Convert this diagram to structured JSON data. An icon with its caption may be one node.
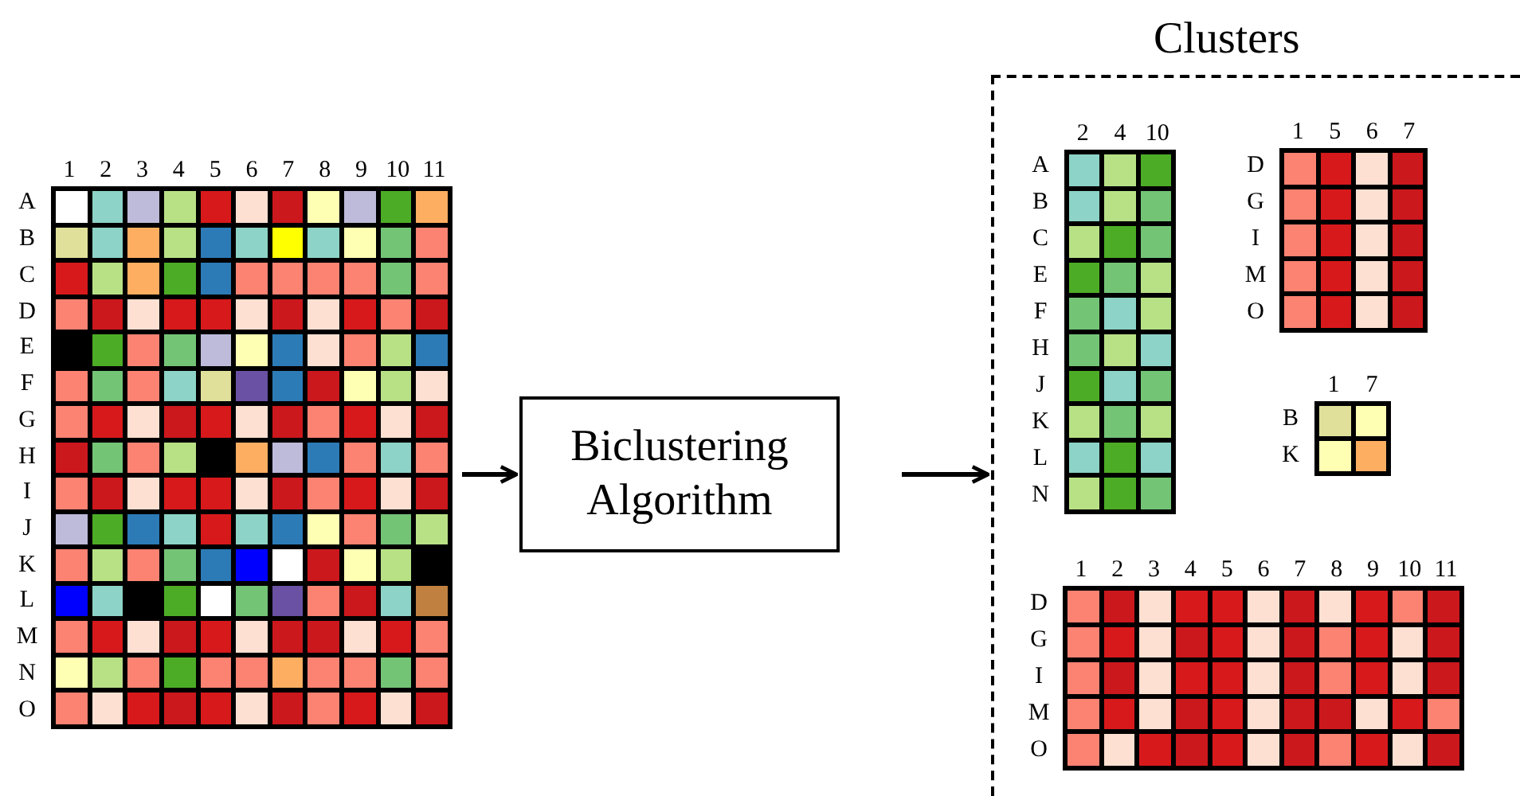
{
  "diagram": {
    "nodes": [
      {
        "text": [],
        "shape": "picture",
        "beside": [
          "1",
          "2",
          "3",
          "4",
          "5",
          "6",
          "7",
          "8",
          "9",
          "10",
          "11",
          "A",
          "B",
          "C",
          "D",
          "E",
          "F",
          "G",
          "H",
          "I",
          "J",
          "K",
          "L",
          "M",
          "N",
          "O"
        ]
      },
      {
        "text": [
          "Biclustering Algorithm"
        ]
      },
      {
        "text": [
          "Clusters"
        ]
      },
      {
        "text": [],
        "shape": "picture",
        "in": 2,
        "beside": [
          "2",
          "4",
          "10",
          "A",
          "B",
          "C",
          "E",
          "F",
          "H",
          "J",
          "K",
          "L",
          "N"
        ]
      },
      {
        "text": [],
        "shape": "picture",
        "in": 2,
        "beside": [
          "1",
          "5",
          "6",
          "7",
          "D",
          "G",
          "I",
          "M",
          "O"
        ]
      },
      {
        "text": [],
        "shape": "picture",
        "in": 2,
        "beside": [
          "1",
          "7",
          "B",
          "K"
        ]
      },
      {
        "text": [],
        "shape": "picture",
        "in": 2,
        "beside": [
          "1",
          "2",
          "3",
          "4",
          "5",
          "6",
          "7",
          "8",
          "9",
          "10",
          "11",
          "D",
          "G",
          "I",
          "M",
          "O"
        ]
      }
    ],
    "edges": [
      {
        "from": 0,
        "to": 1,
        "arrow": "to"
      },
      {
        "from": 1,
        "to": 2,
        "arrow": "to"
      }
    ]
  }
}
